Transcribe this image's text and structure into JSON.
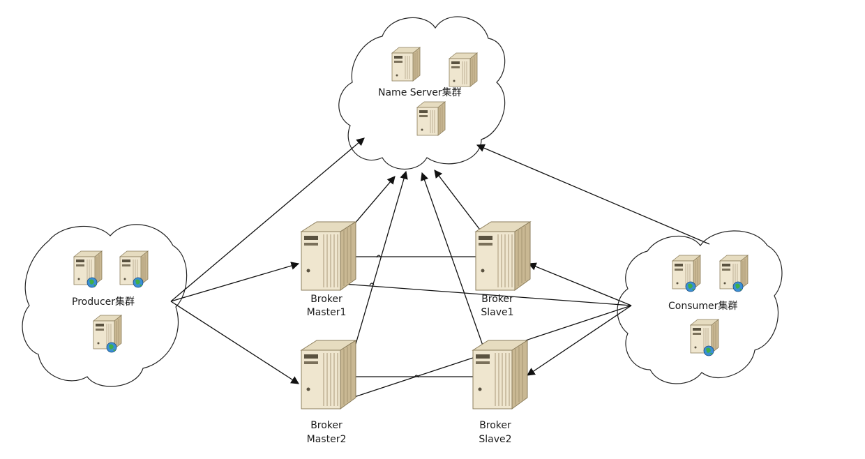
{
  "clusters": {
    "nameserver": "Name Server集群",
    "producer": "Producer集群",
    "consumer": "Consumer集群"
  },
  "brokers": {
    "master1": [
      "Broker",
      "Master1"
    ],
    "slave1": [
      "Broker",
      "Slave1"
    ],
    "master2": [
      "Broker",
      "Master2"
    ],
    "slave2": [
      "Broker",
      "Slave2"
    ]
  },
  "colors": {
    "server_body": "#efe6cf",
    "server_side": "#c9b893",
    "server_top": "#dccfae",
    "globe": "#3a8fd6",
    "line": "#111111"
  }
}
